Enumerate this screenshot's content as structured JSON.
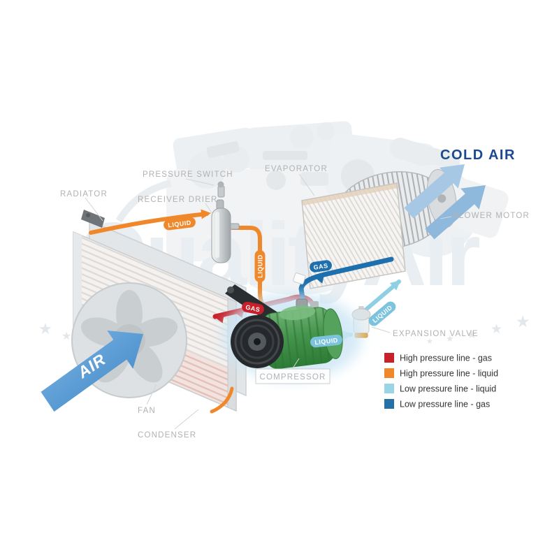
{
  "component_labels": {
    "radiator": "RADIATOR",
    "pressure_switch": "PRESSURE SWITCH",
    "receiver_drier": "RECEIVER DRIER",
    "evaporator": "EVAPORATOR",
    "blower_motor": "BLOWER MOTOR",
    "expansion_valve": "EXPANSION VALVE",
    "compressor": "COMPRESSOR",
    "fan": "FAN",
    "condenser": "CONDENSER"
  },
  "airflow": {
    "cold_air": "COLD AIR",
    "air": "AIR"
  },
  "pipe_tags": {
    "condenser_to_drier": "LIQUID",
    "drier_to_valve": "LIQUID",
    "compressor_to_condenser": "GAS",
    "evaporator_to_compressor": "GAS",
    "valve_inlet": "LIQUID",
    "valve_to_evaporator": "LIQUID"
  },
  "legend": {
    "items": [
      {
        "label": "High pressure line - gas",
        "color": "#c8202a"
      },
      {
        "label": "High pressure line - liquid",
        "color": "#f0882b"
      },
      {
        "label": "Low pressure line - liquid",
        "color": "#9bd4e6"
      },
      {
        "label": "Low pressure line -  gas",
        "color": "#2471a8"
      }
    ]
  },
  "watermark": {
    "text": "QualityAir",
    "star_glyph": "★"
  },
  "colors": {
    "high_pressure_gas": "#c8202a",
    "high_pressure_liquid": "#f0882b",
    "low_pressure_liquid": "#8ecfe4",
    "low_pressure_gas": "#1e6fad",
    "cold_air_text": "#1c4a8e",
    "air_arrow": "#4f97d7",
    "label_gray": "#b2b2b2"
  }
}
